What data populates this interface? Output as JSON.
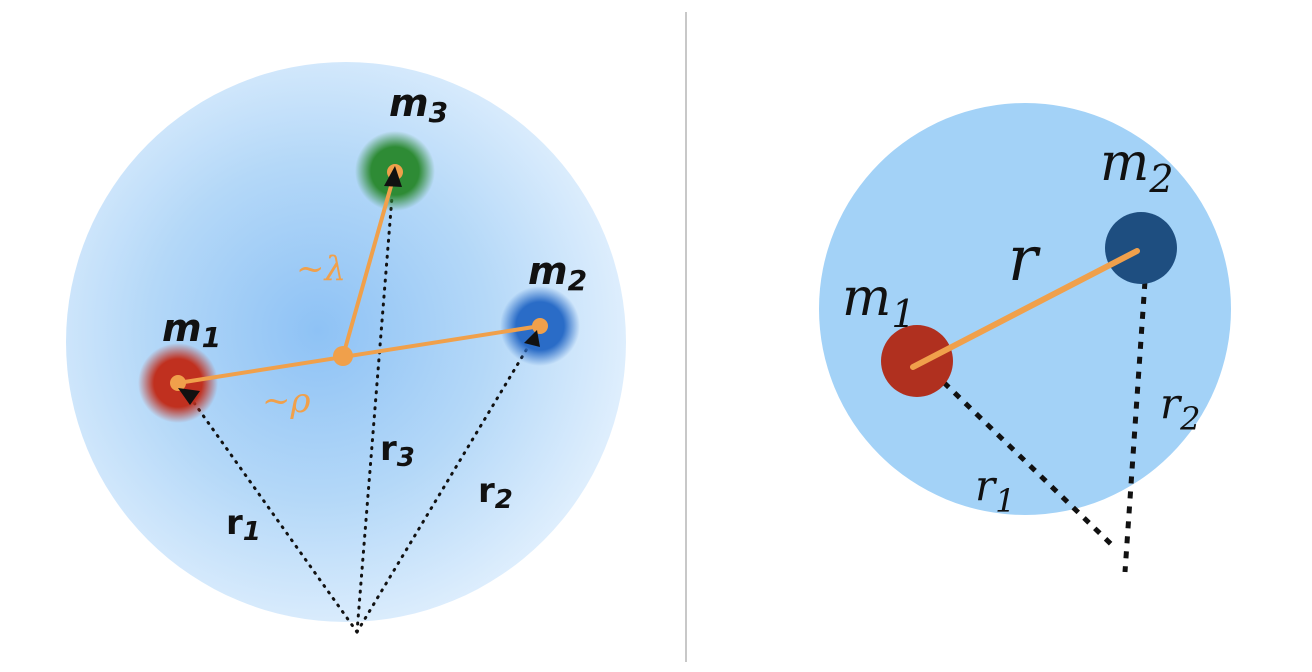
{
  "left_panel": {
    "masses": [
      {
        "label": "m",
        "sub": "1",
        "color": "#c0301f"
      },
      {
        "label": "m",
        "sub": "2",
        "color": "#2a6cc7"
      },
      {
        "label": "m",
        "sub": "3",
        "color": "#2e8b35"
      }
    ],
    "vectors": [
      {
        "label": "r",
        "sub": "1"
      },
      {
        "label": "r",
        "sub": "2"
      },
      {
        "label": "r",
        "sub": "3"
      }
    ],
    "jacobi": {
      "rho": "~ρ",
      "lambda": "~λ"
    },
    "colors": {
      "bond": "#f0a04b",
      "sphere_center": "#9ac8f5",
      "sphere_edge": "#d8ebfc"
    }
  },
  "right_panel": {
    "masses": [
      {
        "label": "m",
        "sub": "1",
        "color": "#b0301f"
      },
      {
        "label": "m",
        "sub": "2",
        "color": "#1e4e80"
      }
    ],
    "separation": "r",
    "vectors": [
      {
        "label": "r",
        "sub": "1"
      },
      {
        "label": "r",
        "sub": "2"
      }
    ],
    "colors": {
      "bond": "#f0a04b",
      "sphere": "#a3d2f7"
    }
  }
}
